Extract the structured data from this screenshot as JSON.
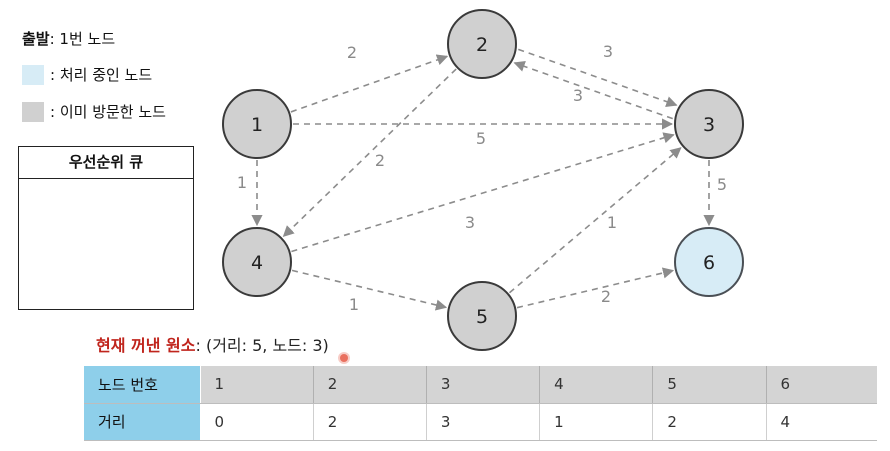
{
  "legend": {
    "start_label": "출발",
    "start_value": ": 1번 노드",
    "processing_label": ": 처리 중인 노드",
    "visited_label": ": 이미 방문한 노드"
  },
  "priority_queue": {
    "title": "우선순위 큐"
  },
  "colors": {
    "processing": "#d7ecf6",
    "visited": "#d0d0d0",
    "highlight": "#c0251d",
    "table_header": "#8ecfea"
  },
  "graph": {
    "nodes": [
      {
        "id": "1",
        "label": "1",
        "state": "visited"
      },
      {
        "id": "2",
        "label": "2",
        "state": "visited"
      },
      {
        "id": "3",
        "label": "3",
        "state": "visited"
      },
      {
        "id": "4",
        "label": "4",
        "state": "visited"
      },
      {
        "id": "5",
        "label": "5",
        "state": "visited"
      },
      {
        "id": "6",
        "label": "6",
        "state": "processing"
      }
    ],
    "edges": [
      {
        "from": "1",
        "to": "2",
        "weight": "2"
      },
      {
        "from": "2",
        "to": "3",
        "weight": "3"
      },
      {
        "from": "3",
        "to": "2",
        "weight": "3"
      },
      {
        "from": "1",
        "to": "3",
        "weight": "5"
      },
      {
        "from": "2",
        "to": "4",
        "weight": "2"
      },
      {
        "from": "1",
        "to": "4",
        "weight": "1"
      },
      {
        "from": "4",
        "to": "3",
        "weight": "3"
      },
      {
        "from": "5",
        "to": "3",
        "weight": "1"
      },
      {
        "from": "3",
        "to": "6",
        "weight": "5"
      },
      {
        "from": "4",
        "to": "5",
        "weight": "1"
      },
      {
        "from": "5",
        "to": "6",
        "weight": "2"
      }
    ]
  },
  "current": {
    "label": "현재 꺼낸 원소",
    "value": ": (거리: 5, 노드: 3)"
  },
  "distance_table": {
    "row_headers": [
      "노드 번호",
      "거리"
    ],
    "nodes": [
      "1",
      "2",
      "3",
      "4",
      "5",
      "6"
    ],
    "distances": [
      "0",
      "2",
      "3",
      "1",
      "2",
      "4"
    ]
  }
}
